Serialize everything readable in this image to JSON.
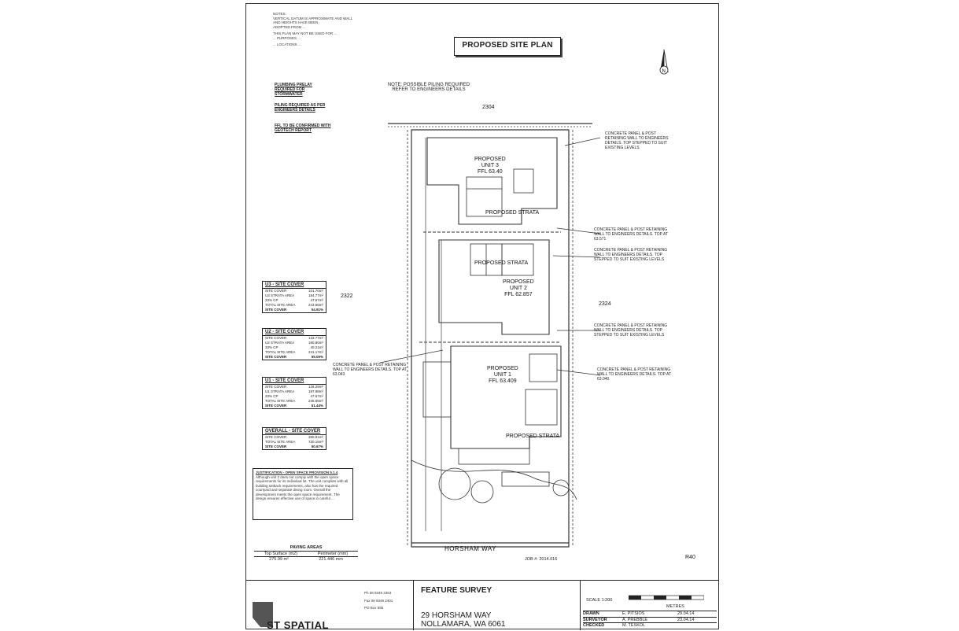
{
  "sheet": {
    "title": "PROPOSED SITE PLAN",
    "side_notes": [
      "NOTES:",
      "VERTICAL DATUM IS APPROXIMATE AND WALL AND HEIGHTS HAVE BEEN",
      "ADOPTED FROM ... ",
      "THIS PLAN MAY NOT BE USED FOR ... ",
      "... PURPOSES ... ",
      "... LOCATIONS ... "
    ],
    "boxed_notes": [
      "PLUMBING PRELAY REQUIRED FOR STORMWATER",
      "PILING REQUIRED AS PER ENGINEERS DETAILS",
      "FFL TO BE CONFIRMED WITH GEOTECH REPORT"
    ],
    "note_piling": "NOTE: POSSIBLE PILING REQUIRED\nREFER TO ENGINEERS DETAILS",
    "lot_numbers": {
      "top": "2304",
      "left": "2322",
      "right": "2324"
    },
    "units": [
      {
        "name": "PROPOSED",
        "unit": "UNIT 3",
        "ffl": "FFL 63.40"
      },
      {
        "name": "PROPOSED",
        "unit": "UNIT 2",
        "ffl": "FFL 62.857"
      },
      {
        "name": "PROPOSED",
        "unit": "UNIT 1",
        "ffl": "FFL 63.409"
      }
    ],
    "strata_labels": [
      "PROPOSED STRATA",
      "PROPOSED STRATA",
      "PROPOSED STRATA"
    ],
    "wall_notes": [
      "CONCRETE PANEL & POST RETAINING WALL TO ENGINEERS DETAILS. TOP STEPPED TO SUIT EXISTING LEVELS",
      "CONCRETE PANEL & POST RETAINING WALL TO ENGINEERS DETAILS. TOP AT 63.571",
      "CONCRETE PANEL & POST RETAINING WALL TO ENGINEERS DETAILS. TOP STEPPED TO SUIT EXISTING LEVELS",
      "CONCRETE PANEL & POST RETAINING WALL TO ENGINEERS DETAILS. TOP STEPPED TO SUIT EXISTING LEVELS",
      "CONCRETE PANEL & POST RETAINING WALL TO ENGINEERS DETAILS. TOP AT 63.040",
      "CONCRETE PANEL & POST RETAINING WALL TO ENGINEERS DETAILS. TOP AT 63.043"
    ],
    "site_covers": [
      {
        "heading": "U3 - SITE COVER",
        "rows": [
          [
            "SITE COVER",
            "101.70m²"
          ],
          [
            "U3 STRATA AREA",
            "184.77m²"
          ],
          [
            "33% CP",
            "47.67m²"
          ],
          [
            "TOTAL SITE AREA",
            "243.66m²"
          ]
        ],
        "total": [
          "SITE COVER",
          "54.91%"
        ]
      },
      {
        "heading": "U2 - SITE COVER",
        "rows": [
          [
            "SITE COVER",
            "132.77m²"
          ],
          [
            "U2 STRATA AREA",
            "180.80m²"
          ],
          [
            "33% CP",
            "40.21m²"
          ],
          [
            "TOTAL SITE AREA",
            "241.17m²"
          ]
        ],
        "total": [
          "SITE COVER",
          "55.05%"
        ]
      },
      {
        "heading": "U1 - SITE COVER",
        "rows": [
          [
            "SITE COVER",
            "126.29m²"
          ],
          [
            "U1 STRATA AREA",
            "197.88m²"
          ],
          [
            "33% CP",
            "47.67m²"
          ],
          [
            "TOTAL SITE AREA",
            "245.55m²"
          ]
        ],
        "total": [
          "SITE COVER",
          "51.44%"
        ]
      },
      {
        "heading": "OVERALL - SITE COVER",
        "rows": [
          [
            "SITE COVER",
            "360.81m²"
          ],
          [
            "TOTAL SITE AREA",
            "730.16m²"
          ]
        ],
        "total": [
          "SITE COVER",
          "50.67%"
        ]
      }
    ],
    "justification_title": "JUSTIFICATION - OPEN SPACE PROVISION 5.1.4",
    "justification_text": "Although unit 2 does not comply with the open space requirements for its individual lot. The unit complies with all building setback requirements, also has the required courtyard and separate dining room. Overall the development meets the open space requirement. The design ensures effective use of space in careful ... ",
    "paving": {
      "heading": "PAVING AREAS",
      "cols": [
        "Top Surface (m2)",
        "Perimeter (mm)"
      ],
      "vals": [
        "275.99 m²",
        "221.446 mm"
      ]
    },
    "street": "HORSHAM WAY",
    "job_label": "JOB #: 2014.016",
    "r_code": "R40",
    "scale_label": "SCALE 1:200",
    "metres_label": "METRES"
  },
  "title_block": {
    "heading": "FEATURE SURVEY",
    "address_1": "29 HORSHAM WAY",
    "address_2": "NOLLAMARA, WA 6061",
    "company": "ST SPATIAL",
    "contact": [
      "Ph 08 9349 2363",
      "Fax 08 9349 2401",
      "PO Box 555"
    ],
    "roles": [
      {
        "role": "DRAWN",
        "name": "E. PITSIOS",
        "date": "29.04.14"
      },
      {
        "role": "SURVEYOR",
        "name": "A. PREBBLE",
        "date": "23.04.14"
      },
      {
        "role": "CHECKED",
        "name": "M. TESKOL",
        "date": ""
      }
    ]
  }
}
